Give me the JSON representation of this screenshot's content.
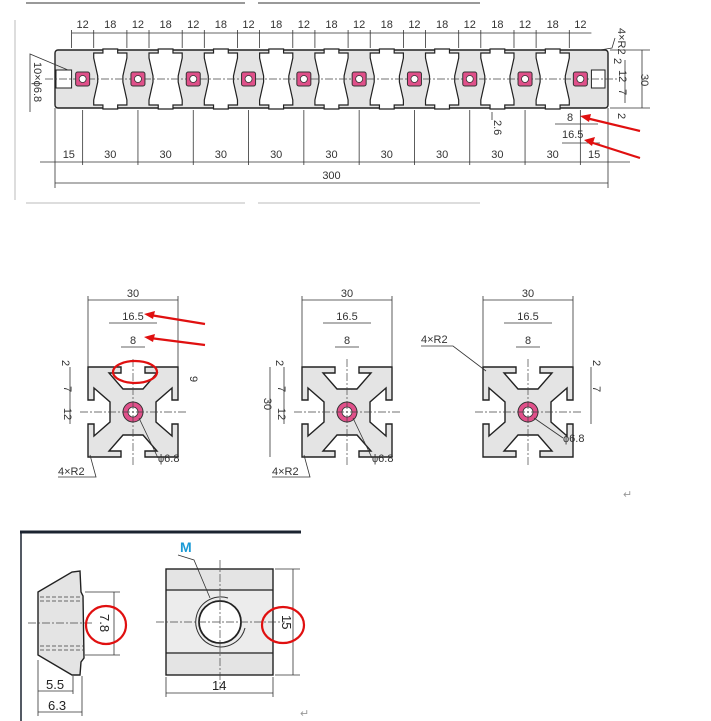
{
  "top_drawing": {
    "slot_count": 10,
    "top_dims": [
      "12",
      "18",
      "12",
      "18",
      "12",
      "18",
      "12",
      "18",
      "12",
      "18",
      "12",
      "18",
      "12",
      "18",
      "12",
      "18",
      "12",
      "18",
      "12"
    ],
    "bottom_dims": [
      "15",
      "30",
      "30",
      "30",
      "30",
      "30",
      "30",
      "30",
      "30",
      "30",
      "15"
    ],
    "total_length": "300",
    "corner_radius": "4×R2",
    "hole_callout": "10×ϕ6.8",
    "right_dims": {
      "d2a": "2",
      "d12": "12",
      "d7": "7",
      "d2b": "2",
      "height": "30"
    },
    "slot_opening": "8",
    "slot_width": "16.5",
    "wall": "2.6"
  },
  "profiles": [
    {
      "width": "30",
      "slot_width": "16.5",
      "slot_opening": "8",
      "d2": "2",
      "d7": "7",
      "d12": "12",
      "d9": "9",
      "radius": "4×R2",
      "hole": "ϕ6.8"
    },
    {
      "width": "30",
      "slot_width": "16.5",
      "slot_opening": "8",
      "d2": "2",
      "d7": "7",
      "d12": "12",
      "height": "30",
      "radius": "4×R2",
      "hole": "ϕ6.8"
    },
    {
      "width": "30",
      "slot_width": "16.5",
      "slot_opening": "8",
      "d2": "2",
      "d7": "7",
      "radius": "4×R2",
      "hole": "ϕ6.8"
    }
  ],
  "tnut": {
    "thread_label": "M",
    "height_dim": "7.8",
    "width_dim": "15",
    "length_dim": "14",
    "step_dim": "5.5",
    "depth_dim": "6.3",
    "thread_color": "#1a9ad6"
  },
  "marks": {
    "return_symbol": "↵"
  },
  "colors": {
    "annotation": "#e01010",
    "hole": "#e0508a"
  }
}
